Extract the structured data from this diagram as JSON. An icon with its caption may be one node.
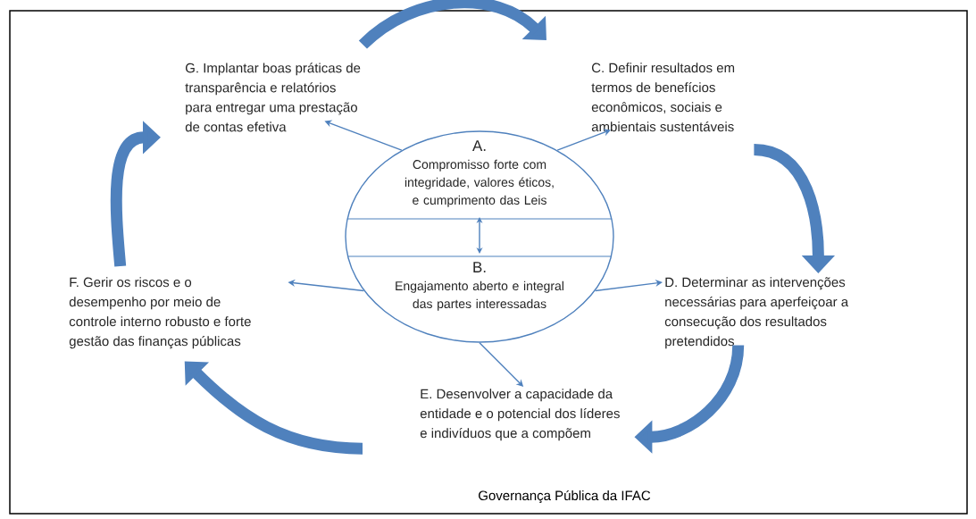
{
  "diagram": {
    "caption": "Governança Pública da IFAC",
    "nodes": [
      {
        "text": [],
        "shape": "circle"
      },
      {
        "text": [
          "A.",
          "Compromisso forte com integridade, valores éticos, e cumprimento das Leis"
        ],
        "in": 0
      },
      {
        "text": [
          "B.",
          "Engajamento aberto e integral das partes interessadas"
        ],
        "in": 0
      },
      {
        "text": [
          "G. Implantar boas práticas de transparência e relatórios para entregar uma prestação de contas efetiva"
        ]
      },
      {
        "text": [
          "C. Definir resultados em termos de benefícios econômicos, sociais e ambientais sustentáveis"
        ]
      },
      {
        "text": [
          "F. Gerir os riscos e o desempenho por meio de controle interno robusto e forte gestão das finanças públicas"
        ]
      },
      {
        "text": [
          "D. Determinar as intervenções necessárias para aperfeiçoar a consecução dos resultados pretendidos"
        ]
      },
      {
        "text": [
          "E. Desenvolver a capacidade da entidade e o potencial dos líderes e indivíduos que a compõem"
        ]
      }
    ],
    "edges": [
      {
        "from": 0,
        "to": 3,
        "arrow": "to"
      },
      {
        "from": 0,
        "to": 4,
        "arrow": "to"
      },
      {
        "from": 0,
        "to": 5,
        "arrow": "to"
      },
      {
        "from": 0,
        "to": 6,
        "arrow": "to"
      },
      {
        "from": 0,
        "to": 7,
        "arrow": "to"
      },
      {
        "from": 1,
        "to": 2,
        "arrow": "both"
      },
      {
        "from": 3,
        "to": 4,
        "arrow": "to",
        "style": "thick"
      },
      {
        "from": 4,
        "to": 6,
        "arrow": "to",
        "style": "thick"
      },
      {
        "from": 6,
        "to": 7,
        "arrow": "to",
        "style": "thick"
      },
      {
        "from": 7,
        "to": 5,
        "arrow": "to",
        "style": "thick"
      },
      {
        "from": 5,
        "to": 3,
        "arrow": "to",
        "style": "thick"
      }
    ]
  }
}
